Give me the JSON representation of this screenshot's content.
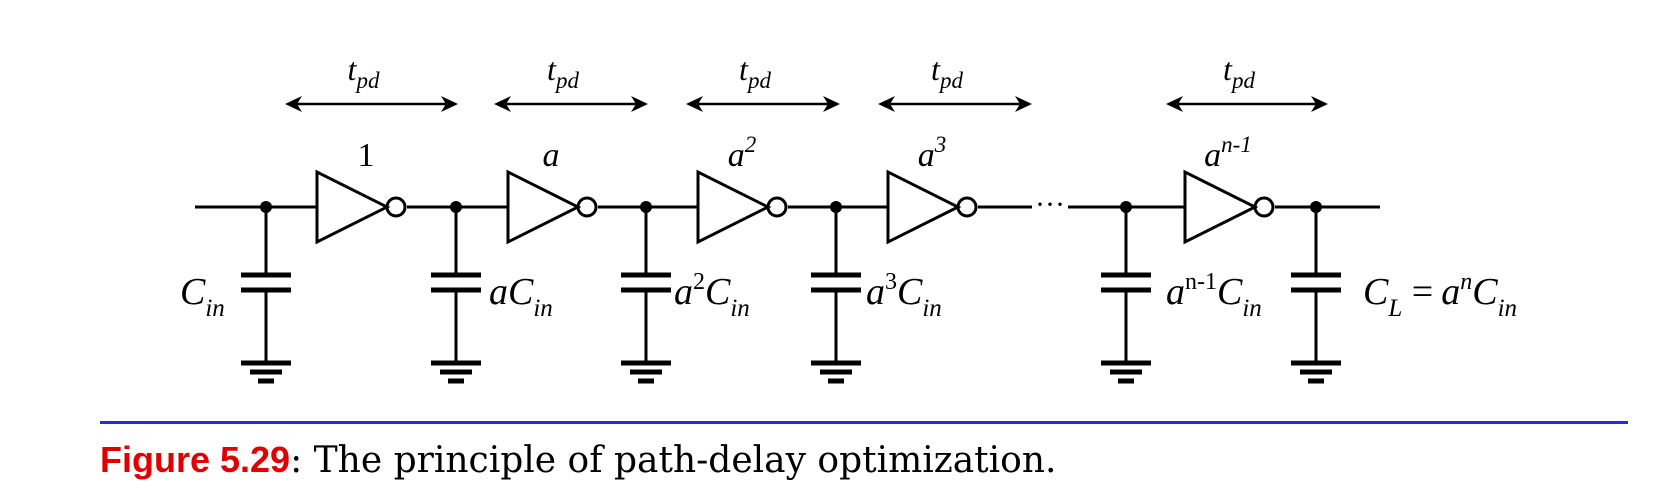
{
  "figure": {
    "delay_label": {
      "t": "t",
      "sub": "pd"
    },
    "stages": [
      {
        "base": "1",
        "sup": ""
      },
      {
        "base": "a",
        "sup": ""
      },
      {
        "base": "a",
        "sup": "2"
      },
      {
        "base": "a",
        "sup": "3"
      },
      {
        "base": "a",
        "sup": "n-1"
      }
    ],
    "ellipsis": "···",
    "caps": [
      {
        "pre": "",
        "presup": "",
        "main": "C",
        "sub": "in",
        "suffix": ""
      },
      {
        "pre": "a",
        "presup": "",
        "main": "C",
        "sub": "in",
        "suffix": ""
      },
      {
        "pre": "a",
        "presup": "2",
        "main": "C",
        "sub": "in",
        "suffix": ""
      },
      {
        "pre": "a",
        "presup": "3",
        "main": "C",
        "sub": "in",
        "suffix": ""
      },
      {
        "pre": "a",
        "presup": "n-1",
        "main": "C",
        "sub": "in",
        "suffix": ""
      },
      {
        "pre": "",
        "presup": "",
        "main": "C",
        "sub": "L",
        "suffix": " = a",
        "suffixsup": "n",
        "tailmain": "C",
        "tailsub": "in"
      }
    ]
  },
  "caption": {
    "number": "Figure 5.29",
    "text": ": The principle of path-delay optimization."
  }
}
